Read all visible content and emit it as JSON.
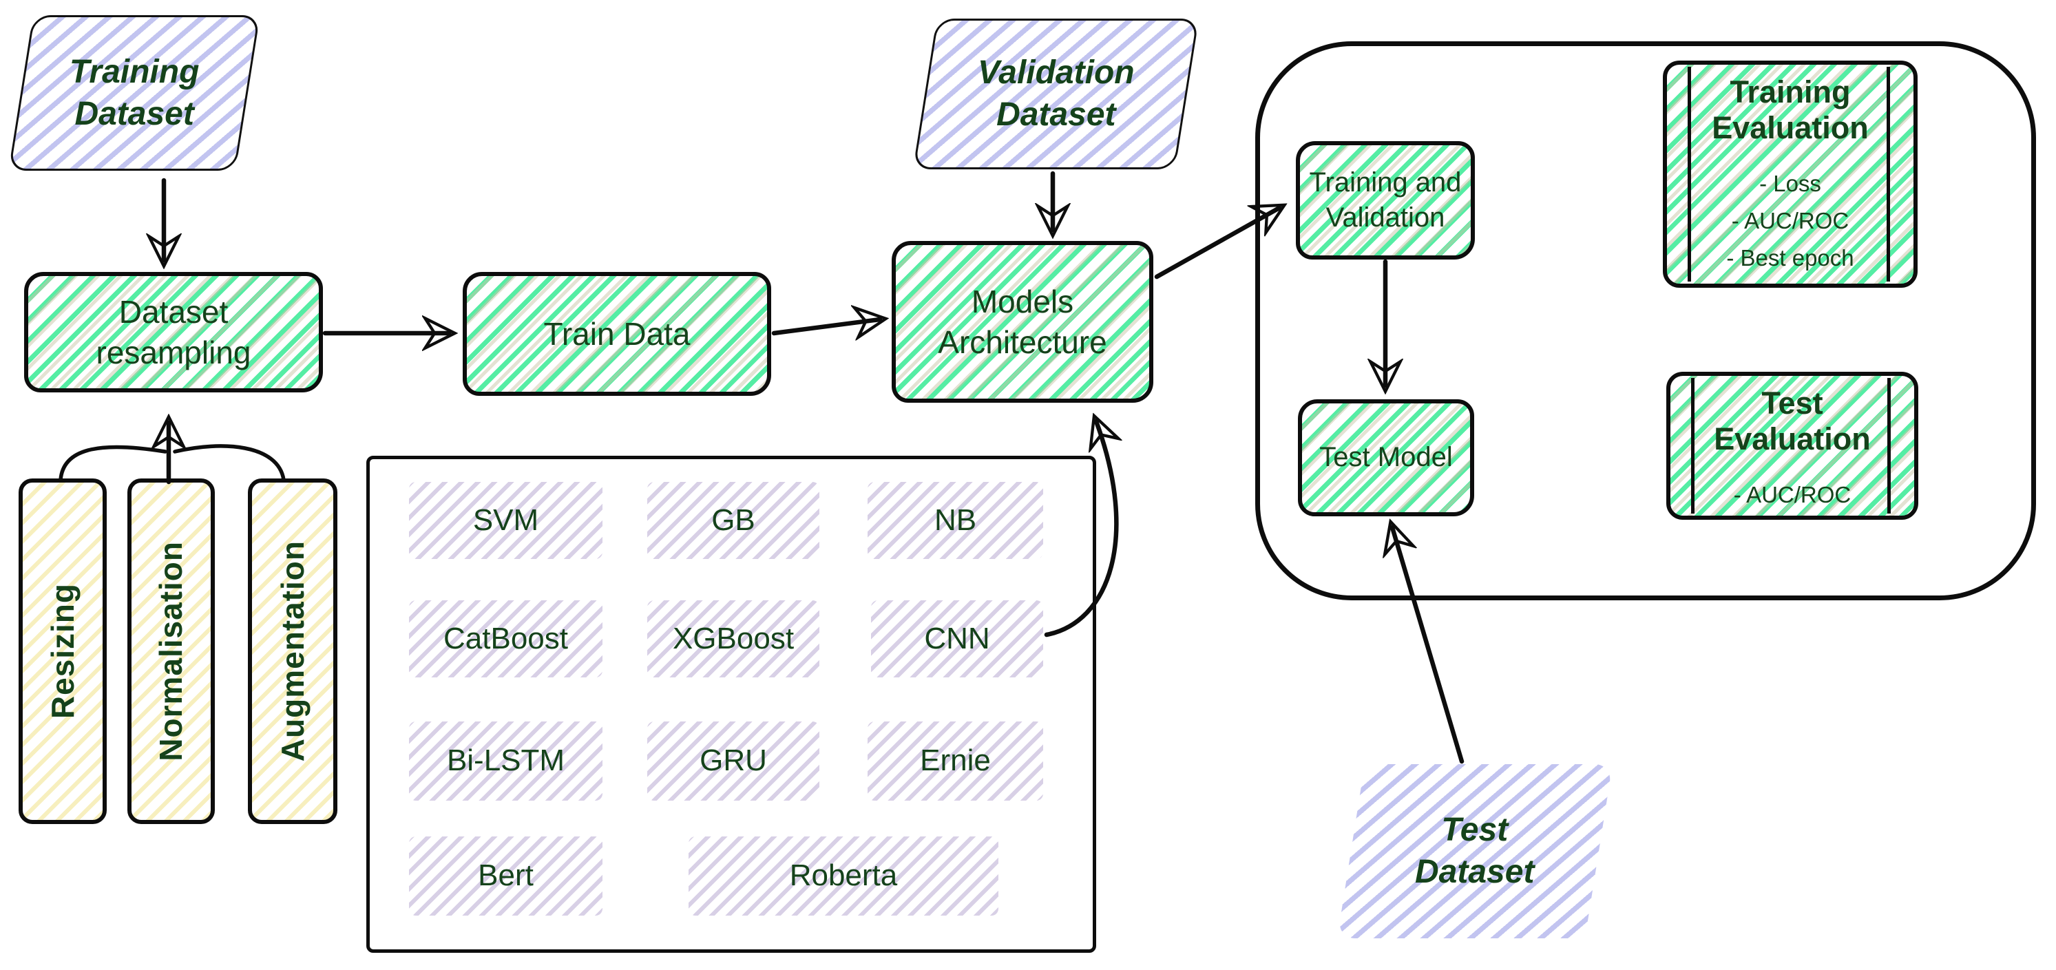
{
  "colors": {
    "ink": "#0d0d0d",
    "green_hatch": "#55eda4",
    "lavender_hatch": "#c2c4f0",
    "chip_hatch": "#d8d0e6",
    "yellow_hatch": "#f7efbe",
    "text_green": "#15421b"
  },
  "nodes": {
    "training_dataset": "Training\nDataset",
    "validation_dataset": "Validation\nDataset",
    "test_dataset": "Test\nDataset",
    "dataset_resampling": "Dataset\nresampling",
    "train_data": "Train Data",
    "models_architecture": "Models\nArchitecture",
    "resizing": "Resizing",
    "normalisation": "Normalisation",
    "augmentation": "Augmentation",
    "training_and_validation": "Training and\nValidation",
    "test_model": "Test Model"
  },
  "models": {
    "items": [
      "SVM",
      "GB",
      "NB",
      "CatBoost",
      "XGBoost",
      "CNN",
      "Bi-LSTM",
      "GRU",
      "Ernie",
      "Bert",
      "Roberta"
    ]
  },
  "evaluations": {
    "training": {
      "title": "Training\nEvaluation",
      "items": [
        "- Loss",
        "- AUC/ROC",
        "- Best epoch"
      ]
    },
    "test": {
      "title": "Test\nEvaluation",
      "items": [
        "- AUC/ROC"
      ]
    }
  },
  "edges": [
    {
      "from": "training_dataset",
      "to": "dataset_resampling"
    },
    {
      "from": "resizing",
      "to": "dataset_resampling"
    },
    {
      "from": "normalisation",
      "to": "dataset_resampling"
    },
    {
      "from": "augmentation",
      "to": "dataset_resampling"
    },
    {
      "from": "dataset_resampling",
      "to": "train_data"
    },
    {
      "from": "train_data",
      "to": "models_architecture"
    },
    {
      "from": "validation_dataset",
      "to": "models_architecture"
    },
    {
      "from": "models_panel",
      "to": "models_architecture"
    },
    {
      "from": "models_architecture",
      "to": "training_and_validation"
    },
    {
      "from": "training_and_validation",
      "to": "test_model"
    },
    {
      "from": "test_dataset",
      "to": "test_model"
    }
  ]
}
